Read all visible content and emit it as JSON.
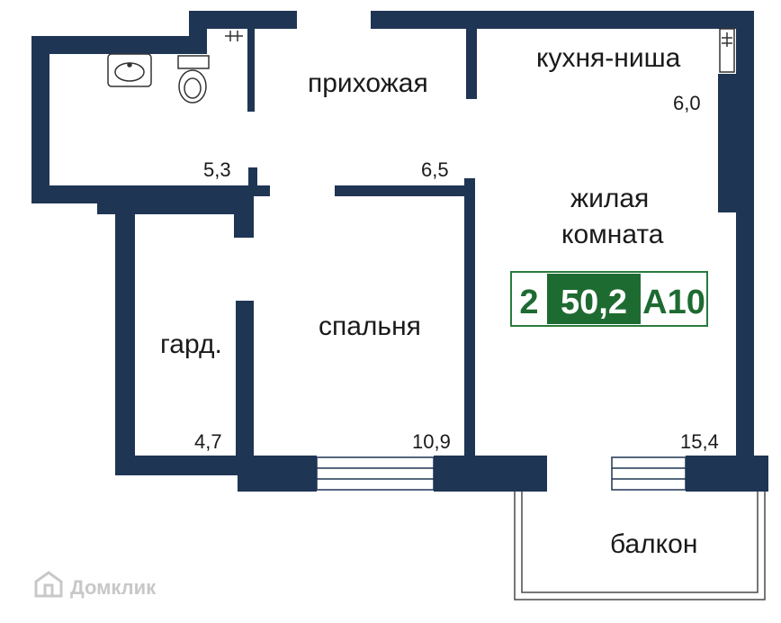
{
  "colors": {
    "wall": "#1f3554",
    "badge_green": "#1e6b32",
    "badge_border": "#2a7a3c",
    "badge_light_bg": "#ffffff"
  },
  "rooms": {
    "hallway": {
      "label": "прихожая",
      "area": "6,5"
    },
    "kitchen": {
      "label": "кухня-ниша",
      "area": "6,0"
    },
    "bathroom": {
      "area": "5,3"
    },
    "living_line1": "жилая",
    "living_line2": "комната",
    "living_area": "15,4",
    "bedroom": {
      "label": "спальня",
      "area": "10,9"
    },
    "wardrobe": {
      "label": "гард.",
      "area": "4,7"
    },
    "balcony": {
      "label": "балкон"
    }
  },
  "badge": {
    "rooms": "2",
    "total_area": "50,2",
    "code": "А10"
  },
  "watermark": {
    "text": "Домклик",
    "icon": "house-logo-icon"
  },
  "icons": [
    "sink-icon",
    "toilet-icon",
    "outlet-icon"
  ]
}
